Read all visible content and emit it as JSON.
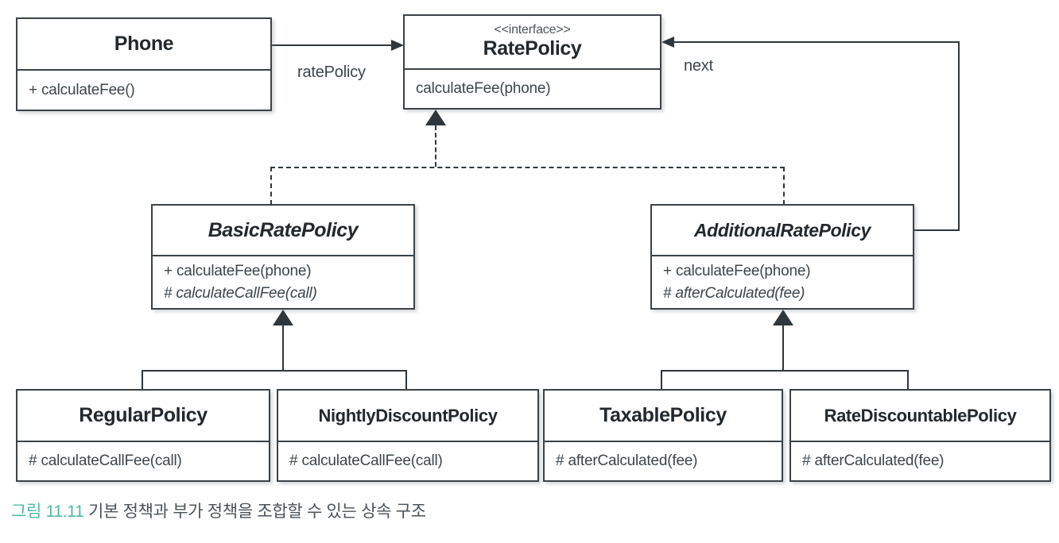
{
  "diagram": {
    "type": "uml-class-diagram",
    "classes": [
      {
        "id": "phone",
        "name": "Phone",
        "stereotype": "",
        "abstract": false,
        "members": [
          "+ calculateFee()"
        ]
      },
      {
        "id": "rate-policy",
        "name": "RatePolicy",
        "stereotype": "<<interface>>",
        "abstract": false,
        "members": [
          "calculateFee(phone)"
        ]
      },
      {
        "id": "basic-rate-policy",
        "name": "BasicRatePolicy",
        "stereotype": "",
        "abstract": true,
        "members": [
          "+ calculateFee(phone)",
          "# calculateCallFee(call)"
        ]
      },
      {
        "id": "additional-rate-policy",
        "name": "AdditionalRatePolicy",
        "stereotype": "",
        "abstract": true,
        "members": [
          "+ calculateFee(phone)",
          "# afterCalculated(fee)"
        ]
      },
      {
        "id": "regular-policy",
        "name": "RegularPolicy",
        "stereotype": "",
        "abstract": false,
        "members": [
          "# calculateCallFee(call)"
        ]
      },
      {
        "id": "nightly-discount-policy",
        "name": "NightlyDiscountPolicy",
        "stereotype": "",
        "abstract": false,
        "members": [
          "# calculateCallFee(call)"
        ]
      },
      {
        "id": "taxable-policy",
        "name": "TaxablePolicy",
        "stereotype": "",
        "abstract": false,
        "members": [
          "# afterCalculated(fee)"
        ]
      },
      {
        "id": "rate-discountable-policy",
        "name": "RateDiscountablePolicy",
        "stereotype": "",
        "abstract": false,
        "members": [
          "# afterCalculated(fee)"
        ]
      }
    ],
    "edges": [
      {
        "id": "phone-to-ratepolicy",
        "kind": "association",
        "from": "Phone",
        "to": "RatePolicy",
        "label": "ratePolicy"
      },
      {
        "id": "additional-to-ratepolicy",
        "kind": "association",
        "from": "AdditionalRatePolicy",
        "to": "RatePolicy",
        "label": "next"
      },
      {
        "id": "basic-realizes-ratepolicy",
        "kind": "realization",
        "from": "BasicRatePolicy",
        "to": "RatePolicy",
        "label": ""
      },
      {
        "id": "additional-realizes-ratepolicy",
        "kind": "realization",
        "from": "AdditionalRatePolicy",
        "to": "RatePolicy",
        "label": ""
      },
      {
        "id": "regular-extends-basic",
        "kind": "generalization",
        "from": "RegularPolicy",
        "to": "BasicRatePolicy",
        "label": ""
      },
      {
        "id": "nightly-extends-basic",
        "kind": "generalization",
        "from": "NightlyDiscountPolicy",
        "to": "BasicRatePolicy",
        "label": ""
      },
      {
        "id": "taxable-extends-additional",
        "kind": "generalization",
        "from": "TaxablePolicy",
        "to": "AdditionalRatePolicy",
        "label": ""
      },
      {
        "id": "ratediscountable-extends-additional",
        "kind": "generalization",
        "from": "RateDiscountablePolicy",
        "to": "AdditionalRatePolicy",
        "label": ""
      }
    ]
  },
  "caption": {
    "number": "그림 11.11",
    "text": " 기본 정책과 부가 정책을 조합할 수 있는 상속 구조",
    "number_color": "#4cb9a6",
    "text_color": "#4a5259"
  },
  "colors": {
    "stroke": "#2f373d",
    "box_border": "#3a4248",
    "box_fill": "#ffffff",
    "text": "#3c454b",
    "accent_teal": "#4cb9a6"
  }
}
